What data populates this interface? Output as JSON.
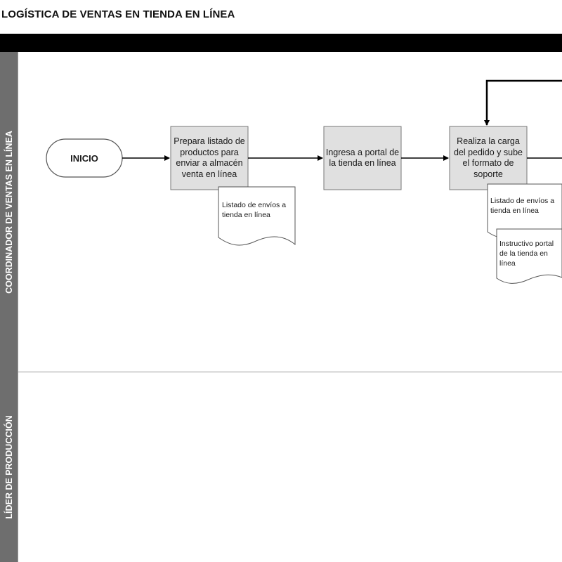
{
  "title": "LOGÍSTICA DE VENTAS EN TIENDA EN LÍNEA",
  "lanes": [
    {
      "label": "COORDINADOR DE VENTAS EN LÍNEA"
    },
    {
      "label": "LÍDER DE PRODUCCIÓN"
    }
  ],
  "nodes": {
    "inicio": "INICIO",
    "prepara": "Prepara listado de productos para enviar a almacén venta en línea",
    "ingresa": "Ingresa a portal de la tienda en línea",
    "realiza": "Realiza la carga del pedido y sube el formato de soporte"
  },
  "documents": {
    "listado1": "Listado de envíos a tienda en línea",
    "listado2": "Listado de envíos a tienda en línea",
    "instructivo": "Instructivo portal de la tienda en línea"
  },
  "colors": {
    "process_fill": "#e0e0e0",
    "lane_label_bg": "#6e6e6e",
    "topbar": "#000000"
  }
}
